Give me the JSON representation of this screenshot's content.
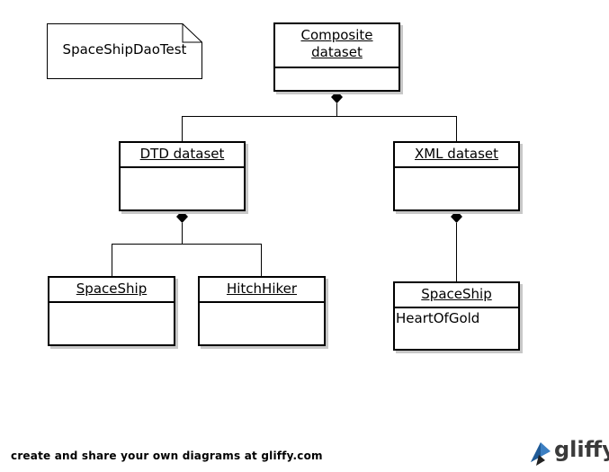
{
  "note": {
    "text": "SpaceShipDaoTest"
  },
  "classes": {
    "composite": {
      "name_line1": "Composite",
      "name_line2": "dataset",
      "attribute": ""
    },
    "dtd": {
      "name": "DTD dataset",
      "attribute": ""
    },
    "xml": {
      "name": "XML dataset",
      "attribute": ""
    },
    "spaceship_dtd": {
      "name": "SpaceShip",
      "attribute": ""
    },
    "hitchhiker": {
      "name": "HitchHiker",
      "attribute": ""
    },
    "spaceship_xml": {
      "name": "SpaceShip",
      "attribute": "HeartOfGold"
    }
  },
  "footer": {
    "text": "create and share your own diagrams at gliffy.com"
  },
  "logo": {
    "text": "gliffy"
  }
}
